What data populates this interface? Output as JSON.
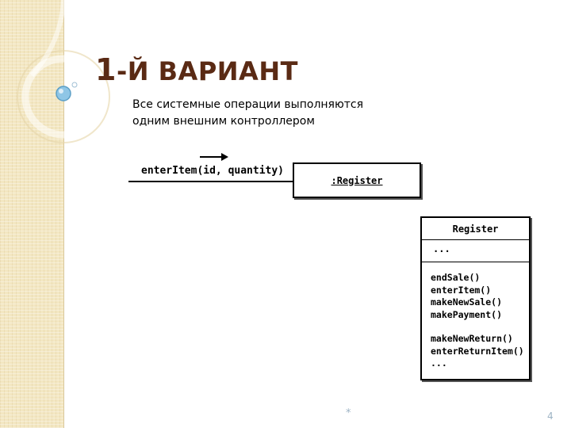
{
  "slide": {
    "title_prefix": "1",
    "title_rest": "-Й ВАРИАНТ",
    "subtitle_lines": [
      "Все системные операции выполняются",
      "одним внешним контроллером"
    ],
    "footer_mark": "*",
    "page_number": "4"
  },
  "diagram": {
    "message": "enterItem(id, quantity)",
    "instance_name": ":Register",
    "class": {
      "name": "Register",
      "attributes": "...",
      "operations_group1": [
        "endSale()",
        "enterItem()",
        "makeNewSale()",
        "makePayment()"
      ],
      "operations_group2": [
        "makeNewReturn()",
        "enterReturnItem()",
        "..."
      ]
    }
  },
  "colors": {
    "title": "#5a2a14",
    "sidebar": "#f3e7c2",
    "accent_ball": "#8fc6e6"
  }
}
